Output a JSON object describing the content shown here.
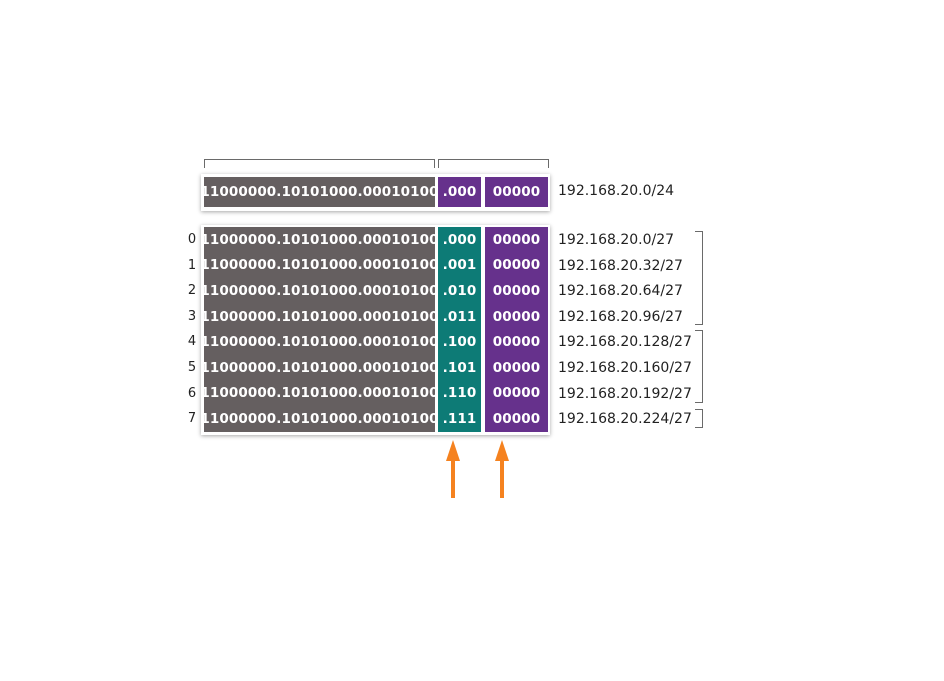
{
  "colors": {
    "network_bits": "#655f60",
    "subnet_bits": "#0d7b76",
    "host_bits": "#66318c",
    "arrow": "#f5821f",
    "bracket": "#6a6a6a"
  },
  "original": {
    "network": "11000000.10101000.00010100",
    "borrowed": ".000",
    "host": "00000",
    "address": "192.168.20.0/24"
  },
  "subnets": [
    {
      "index": "0",
      "network": "11000000.10101000.00010100",
      "subnet": ".000",
      "host": "00000",
      "address": "192.168.20.0/27"
    },
    {
      "index": "1",
      "network": "11000000.10101000.00010100",
      "subnet": ".001",
      "host": "00000",
      "address": "192.168.20.32/27"
    },
    {
      "index": "2",
      "network": "11000000.10101000.00010100",
      "subnet": ".010",
      "host": "00000",
      "address": "192.168.20.64/27"
    },
    {
      "index": "3",
      "network": "11000000.10101000.00010100",
      "subnet": ".011",
      "host": "00000",
      "address": "192.168.20.96/27"
    },
    {
      "index": "4",
      "network": "11000000.10101000.00010100",
      "subnet": ".100",
      "host": "00000",
      "address": "192.168.20.128/27"
    },
    {
      "index": "5",
      "network": "11000000.10101000.00010100",
      "subnet": ".101",
      "host": "00000",
      "address": "192.168.20.160/27"
    },
    {
      "index": "6",
      "network": "11000000.10101000.00010100",
      "subnet": ".110",
      "host": "00000",
      "address": "192.168.20.192/27"
    },
    {
      "index": "7",
      "network": "11000000.10101000.00010100",
      "subnet": ".111",
      "host": "00000",
      "address": "192.168.20.224/27"
    }
  ],
  "arrows": [
    "subnet-bits-arrow",
    "host-bits-arrow"
  ]
}
